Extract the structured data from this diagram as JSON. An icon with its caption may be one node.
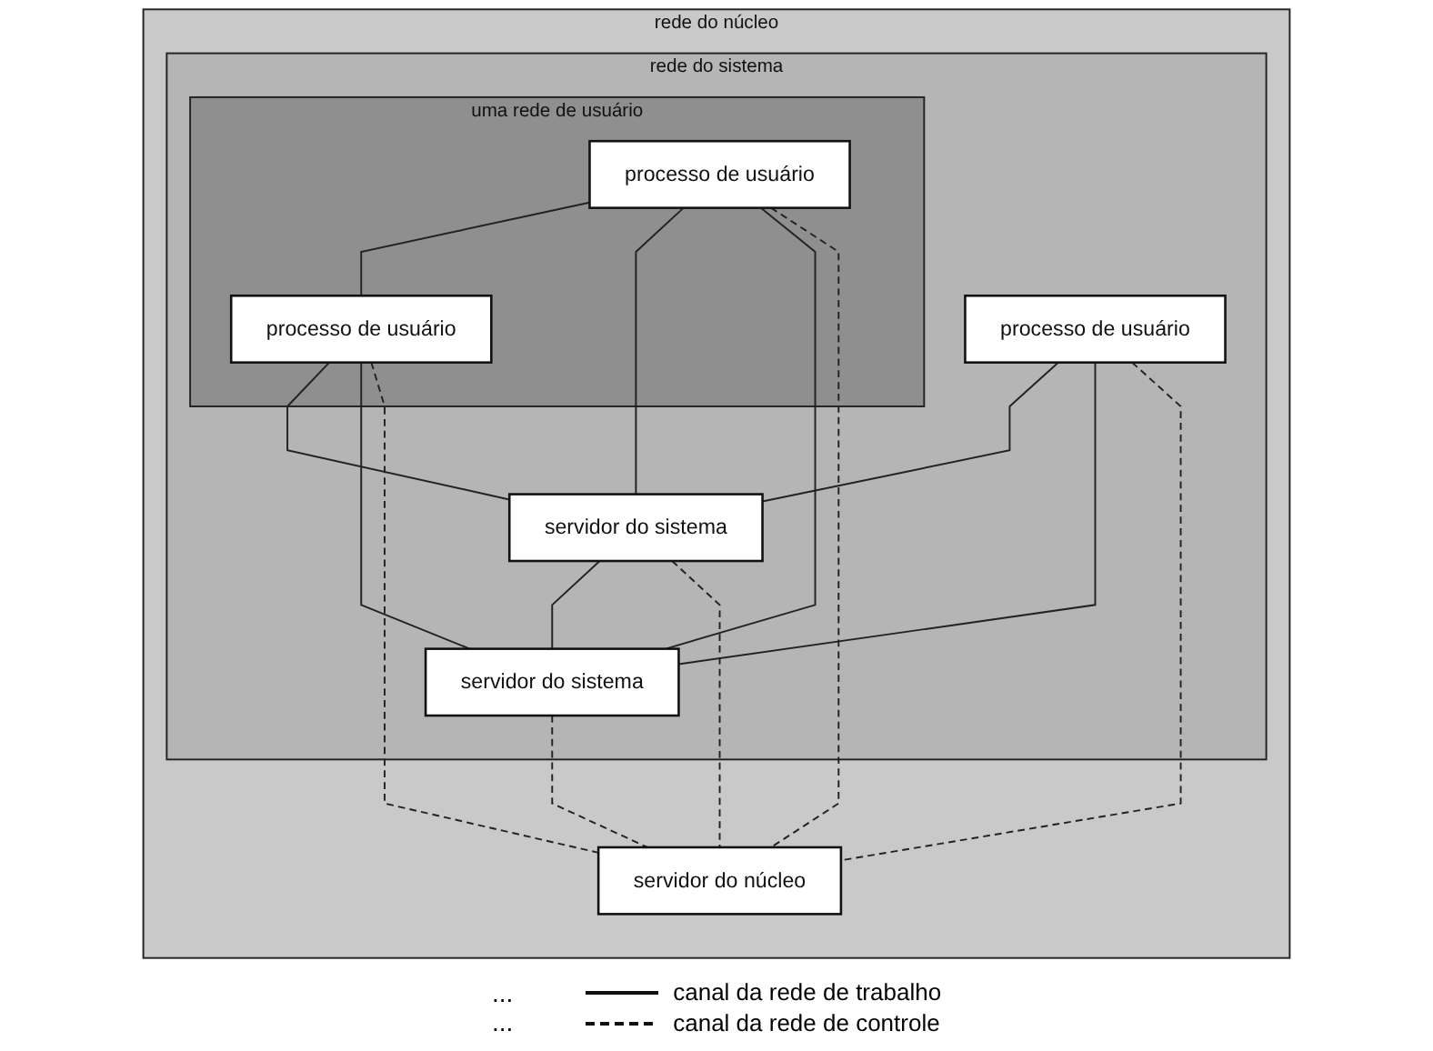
{
  "diagram": {
    "nodes": [
      {
        "text": [
          "rede do núcleo"
        ]
      },
      {
        "text": [
          "rede  do sistema"
        ],
        "in": 0
      },
      {
        "text": [
          "processo de usuário"
        ],
        "in": 1
      },
      {
        "text": [
          "uma rede de usuário"
        ],
        "in": 1
      },
      {
        "text": [
          "processo de usuário"
        ],
        "in": 3
      },
      {
        "text": [
          "processo de usuário"
        ],
        "in": 3
      },
      {
        "text": [
          "servidor do sistema"
        ],
        "in": 1
      },
      {
        "text": [
          "servidor do sistema"
        ],
        "in": 1
      },
      {
        "text": [
          "servidor do núcleo"
        ],
        "in": 0
      }
    ],
    "edges": [
      {
        "from": 4,
        "to": 5,
        "arrow": "none"
      },
      {
        "from": 2,
        "to": 6,
        "arrow": "none"
      },
      {
        "from": 2,
        "to": 7,
        "arrow": "none"
      },
      {
        "from": 4,
        "to": 6,
        "arrow": "none"
      },
      {
        "from": 4,
        "to": 7,
        "arrow": "none"
      },
      {
        "from": 5,
        "to": 6,
        "arrow": "none"
      },
      {
        "from": 5,
        "to": 7,
        "arrow": "none"
      },
      {
        "from": 6,
        "to": 7,
        "arrow": "none"
      },
      {
        "from": 2,
        "to": 8,
        "arrow": "none",
        "style": "dashed"
      },
      {
        "from": 4,
        "to": 8,
        "arrow": "none",
        "style": "dashed"
      },
      {
        "from": 5,
        "to": 8,
        "arrow": "none",
        "style": "dashed"
      },
      {
        "from": 6,
        "to": 8,
        "arrow": "none",
        "style": "dashed"
      },
      {
        "from": 7,
        "to": 8,
        "arrow": "none",
        "style": "dashed"
      }
    ],
    "labels": [
      "...",
      "..."
    ],
    "legend": [
      {
        "text": "canal da rede de trabalho"
      },
      {
        "text": "canal da rede de controle"
      }
    ]
  }
}
